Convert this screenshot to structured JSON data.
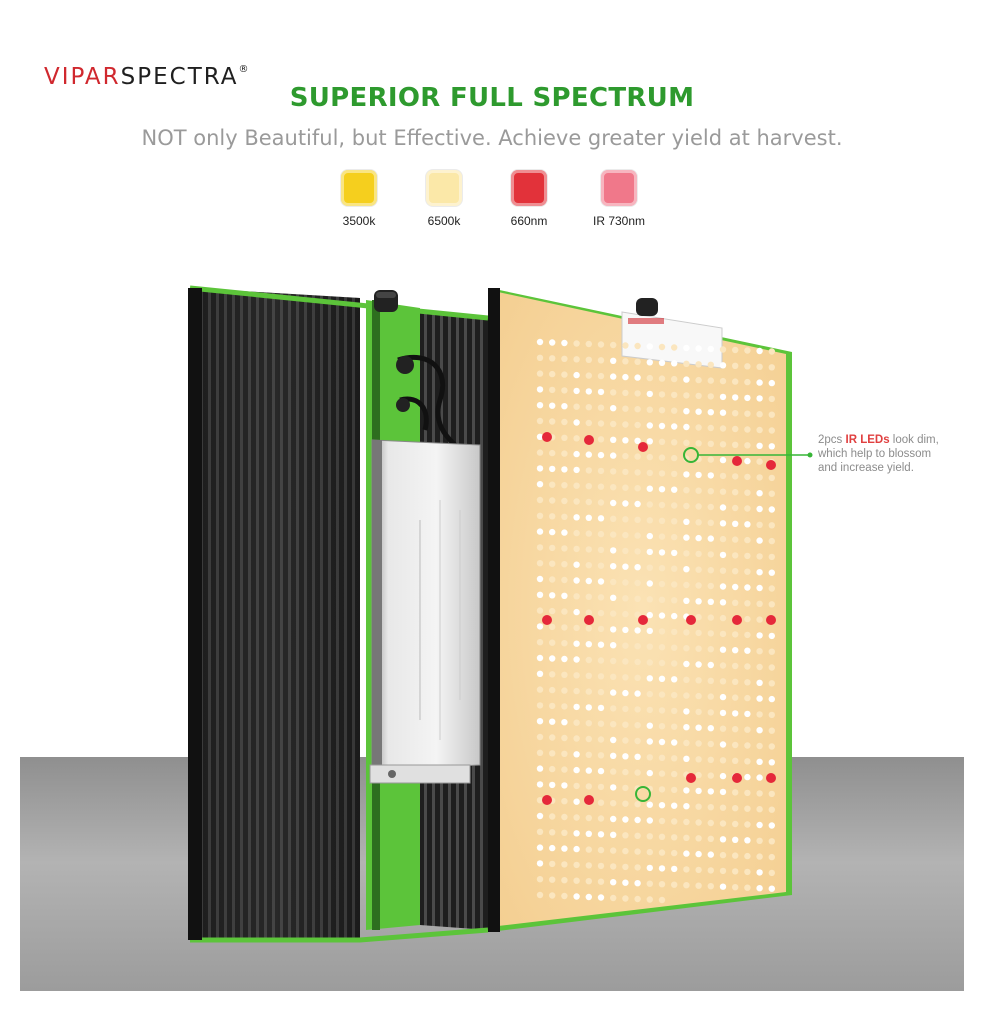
{
  "brand": {
    "logo_part1": "VIPAR",
    "logo_part2": "SPECTRA",
    "logo_mark": "®",
    "red": "#d0282e",
    "dark": "#1f1f1f"
  },
  "headline": "SUPERIOR FULL SPECTRUM",
  "subline": "NOT only Beautiful, but Effective. Achieve greater yield at harvest.",
  "swatches": [
    {
      "label": "3500k",
      "color": "#f5cf1e"
    },
    {
      "label": "6500k",
      "color": "#fbe8a8"
    },
    {
      "label": "660nm",
      "color": "#e2323a"
    },
    {
      "label": "IR 730nm",
      "color": "#f0788a"
    }
  ],
  "callout": {
    "prefix": "2pcs ",
    "highlight": "IR LEDs",
    "suffix": " look dim,",
    "line2": "which help to blossom",
    "line3": "and increase yield."
  },
  "colors": {
    "accent_green": "#2e9a2e",
    "frame_green": "#5cc43a",
    "led_warm": "#f7d9a4",
    "led_white": "#ffffff",
    "led_red": "#e5283a"
  },
  "icons": {
    "heatsink": "heatsink-fins-icon",
    "driver": "power-driver-icon",
    "knob": "dimmer-knob-icon"
  }
}
